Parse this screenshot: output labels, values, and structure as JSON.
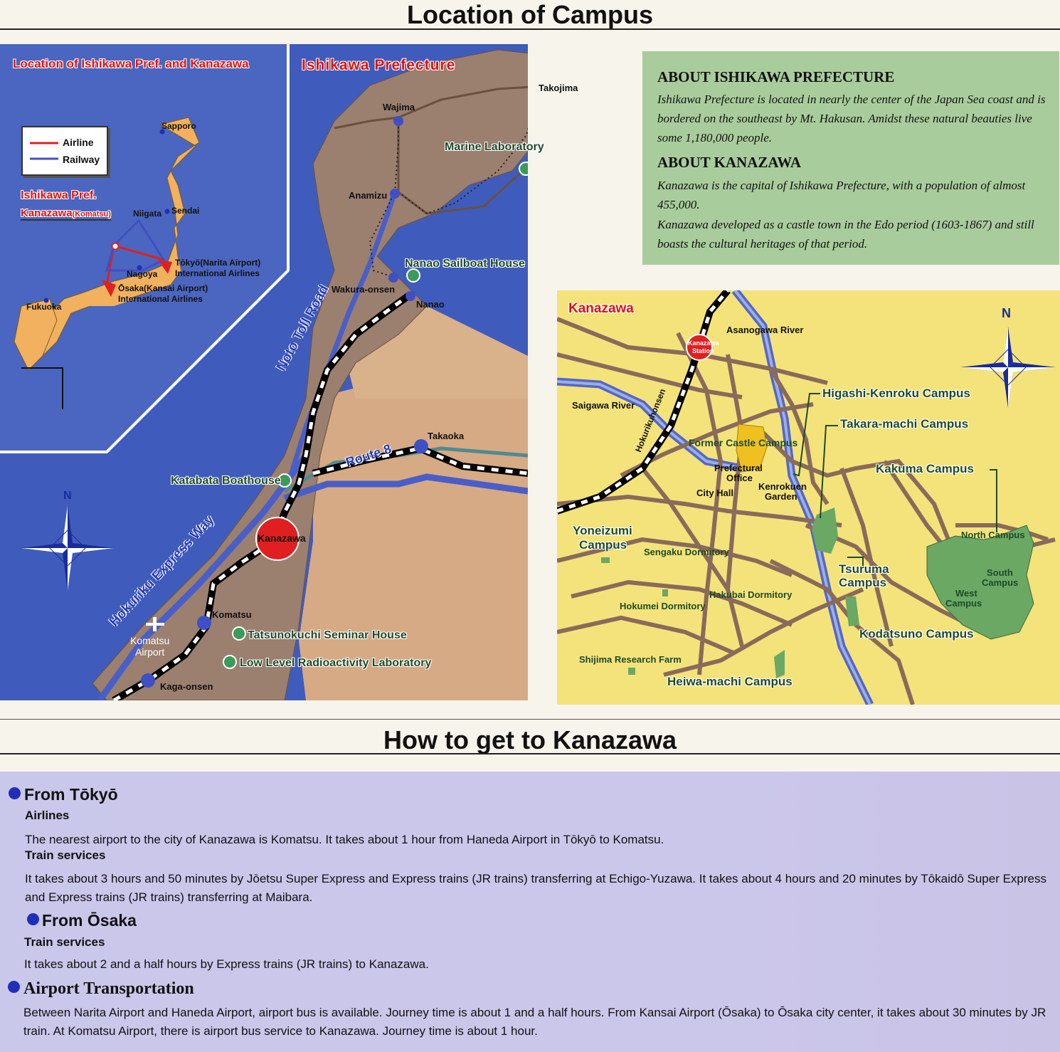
{
  "page": {
    "title": "Location of Campus",
    "section2_title": "How to get to Kanazawa"
  },
  "colors": {
    "sea": "#3c59b8",
    "land_japan": "#f2b15e",
    "land_ishikawa": "#9c8070",
    "land_plain": "#d8ad86",
    "city_map_bg": "#f5e47a",
    "road": "#8a6a5a",
    "railway": "#4050c0",
    "airline": "#e02020",
    "campus_green": "#6aa864",
    "about_bg": "#a9cc9c",
    "how_bg": "#c9c7ea"
  },
  "japan_map": {
    "title": "Location of Ishikawa Pref. and Kanazawa",
    "legend": {
      "airline": "Airline",
      "railway": "Railway"
    },
    "labels": {
      "sapporo": "Sapporo",
      "sendai": "Sendai",
      "niigata": "Niigata",
      "nagoya": "Nagoya",
      "fukuoka": "Fukuoka",
      "ishikawa_pref": "Ishikawa Pref.",
      "kanazawa": "Kanazawa",
      "komatsu": "(Komatsu)",
      "tokyo_line1": "Tōkyō(Narita Airport)",
      "tokyo_line2": "International Airlines",
      "osaka_line1": "Ōsaka(Kansai Airport)",
      "osaka_line2": "International Airlines"
    }
  },
  "ishikawa_map": {
    "title": "Ishikawa Prefecture",
    "compass": "N",
    "places": {
      "takojima": "Takojima",
      "wajima": "Wajima",
      "anamizu": "Anamizu",
      "wakura": "Wakura-onsen",
      "nanao": "Nanao",
      "takaoka": "Takaoka",
      "komatsu": "Komatsu",
      "kaga": "Kaga-onsen",
      "kanazawa": "Kanazawa",
      "komatsu_airport_1": "Komatsu",
      "komatsu_airport_2": "Airport"
    },
    "facilities": {
      "marine_lab": "Marine Laboratory",
      "nanao_sailboat": "Nanao Sailboat House",
      "katabata": "Katabata Boathouse",
      "tatsunokuchi": "Tatsunokuchi Seminar House",
      "low_level": "Low Level Radioactivity Laboratory"
    },
    "roads": {
      "noto": "Noto Toll Road",
      "route8": "Route 8",
      "hokuriku": "Hokuriku Express Way"
    }
  },
  "about": {
    "ishikawa_heading": "ABOUT ISHIKAWA PREFECTURE",
    "ishikawa_text": "Ishikawa Prefecture is located in nearly the center of the Japan Sea coast and is bordered on the southeast by Mt. Hakusan. Amidst these natural beauties live some 1,180,000 people.",
    "kanazawa_heading": "ABOUT KANAZAWA",
    "kanazawa_text1": "Kanazawa is the capital of Ishikawa Prefecture, with a population of almost 455,000.",
    "kanazawa_text2": "Kanazawa developed as a castle town in the Edo period (1603-1867) and still boasts the cultural heritages of that period."
  },
  "city_map": {
    "title": "Kanazawa",
    "compass": "N",
    "station_1": "Kanazawa",
    "station_2": "Station",
    "asanogawa": "Asanogawa River",
    "saigawa": "Saigawa River",
    "hokurikuhonsen": "Hokurikuhonsen",
    "former_castle": "Former Castle Campus",
    "pref_office_1": "Prefectural",
    "pref_office_2": "Office",
    "city_hall": "City Hall",
    "kenrokuen_1": "Kenrokuen",
    "kenrokuen_2": "Garden",
    "yoneizumi_1": "Yoneizumi",
    "yoneizumi_2": "Campus",
    "sengaku": "Sengaku Dormitory",
    "hakubai": "Hakubai Dormitory",
    "hokumei": "Hokumei Dormitory",
    "shijima": "Shijima Research Farm",
    "heiwa": "Heiwa-machi Campus",
    "higashi": "Higashi-Kenroku Campus",
    "takara": "Takara-machi Campus",
    "kakuma": "Kakuma Campus",
    "north": "North Campus",
    "south_1": "South",
    "south_2": "Campus",
    "west_1": "West",
    "west_2": "Campus",
    "tsuruma_1": "Tsuruma",
    "tsuruma_2": "Campus",
    "kodatsuno": "Kodatsuno Campus"
  },
  "how_to_get": {
    "tokyo": {
      "heading": "From Tōkyō",
      "airlines_label": "Airlines",
      "airlines_text": "The nearest airport to the city of Kanazawa is Komatsu. It takes about 1 hour from Haneda Airport in Tōkyō to Komatsu.",
      "train_label": "Train services",
      "train_text": "It takes about 3 hours and 50 minutes by Jōetsu Super Express and Express trains (JR trains) transferring at Echigo-Yuzawa. It takes about 4 hours and 20 minutes by Tōkaidō Super Express and Express trains (JR trains) transferring at Maibara."
    },
    "osaka": {
      "heading": "From Ōsaka",
      "train_label": "Train services",
      "train_text": "It takes about 2 and a half hours by Express trains (JR trains) to Kanazawa."
    },
    "airport": {
      "heading": "Airport Transportation",
      "text": "Between Narita Airport and Haneda Airport, airport bus is available. Journey time is about 1 and a half hours. From Kansai Airport (Ōsaka) to Ōsaka city center, it takes about 30 minutes by JR train. At Komatsu Airport, there is airport bus service to Kanazawa. Journey time is about 1 hour."
    }
  }
}
